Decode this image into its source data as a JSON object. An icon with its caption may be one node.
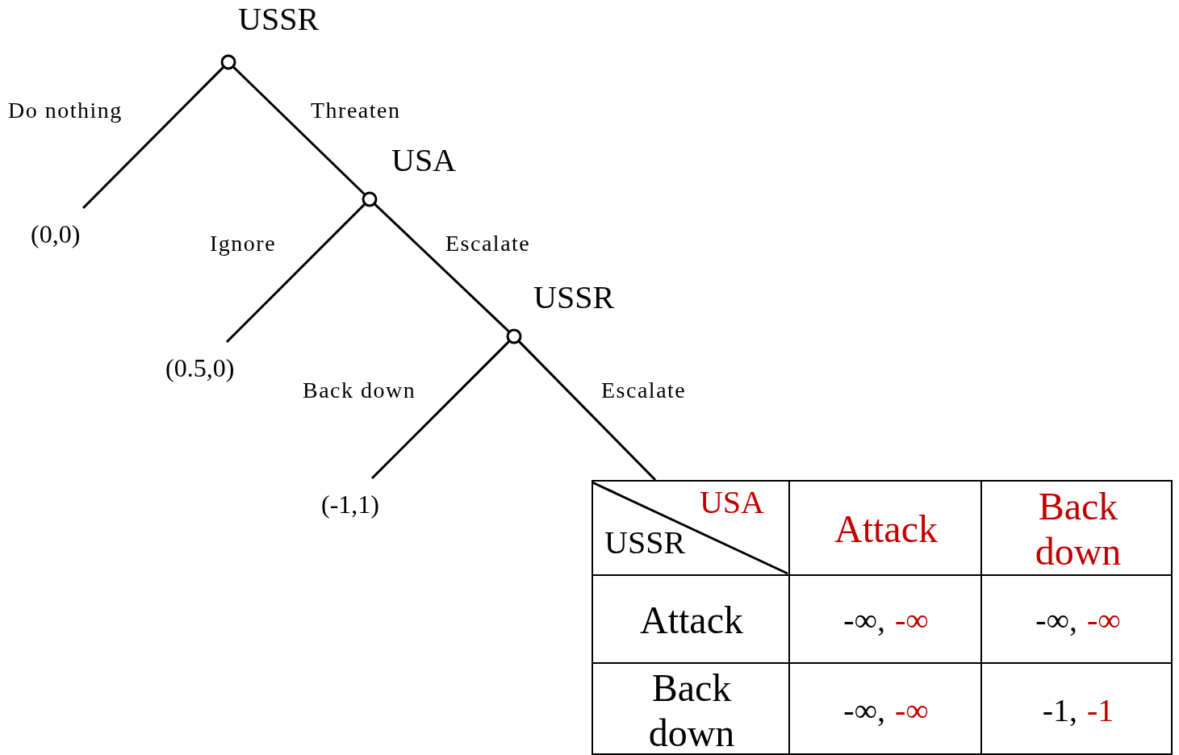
{
  "diagram": {
    "nodes": [
      {
        "text": [
          "USSR"
        ]
      },
      {
        "text": [
          "(0,0)"
        ]
      },
      {
        "text": [
          "USA"
        ]
      },
      {
        "text": [
          "(0.5,0)"
        ]
      },
      {
        "text": [
          "USSR"
        ]
      },
      {
        "text": [
          "(-1,1)"
        ]
      },
      {
        "text": [],
        "shape": "box"
      }
    ],
    "edges": [
      {
        "from": 0,
        "to": 1,
        "arrow": "none",
        "label": "Do nothing"
      },
      {
        "from": 0,
        "to": 2,
        "arrow": "none",
        "label": "Threaten"
      },
      {
        "from": 2,
        "to": 3,
        "arrow": "none",
        "label": "Ignore"
      },
      {
        "from": 2,
        "to": 4,
        "arrow": "none",
        "label": "Escalate"
      },
      {
        "from": 4,
        "to": 5,
        "arrow": "none",
        "label": "Back down"
      },
      {
        "from": 4,
        "to": 6,
        "arrow": "none",
        "label": "Escalate"
      }
    ],
    "labels": [
      "USA",
      "USSR",
      "Attack",
      "Back down",
      "Attack",
      "-∞,",
      "-∞",
      "-∞,",
      "-∞",
      "Back down",
      "-∞,",
      "-∞",
      "-1,",
      "-1"
    ]
  }
}
